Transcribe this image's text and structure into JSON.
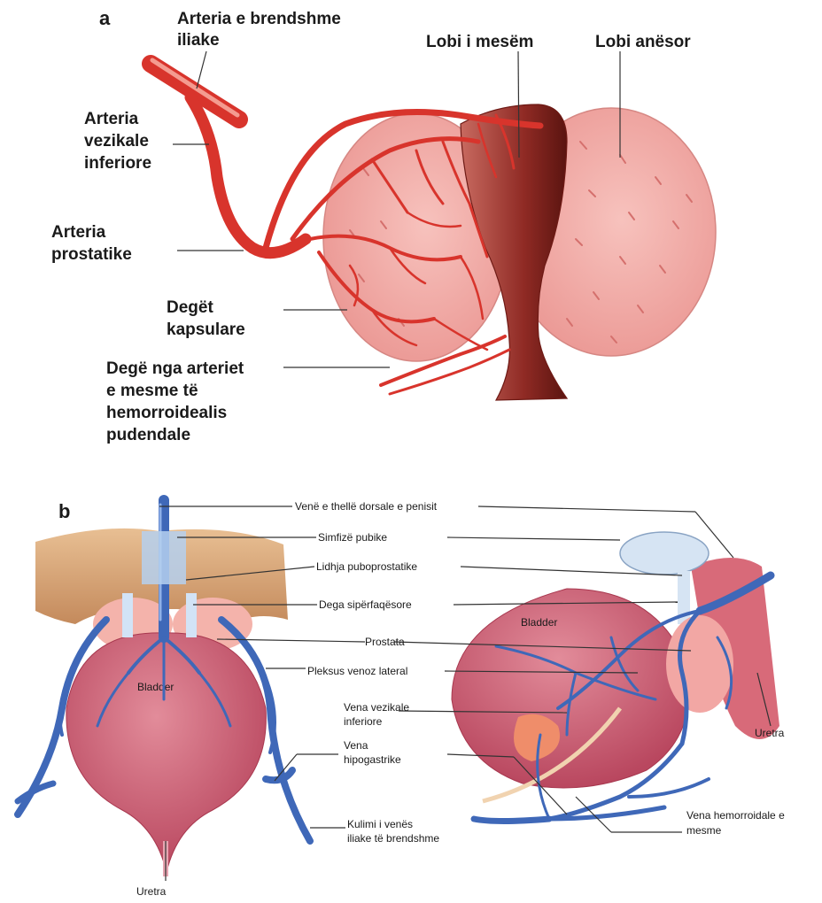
{
  "panel_a": {
    "letter": "a",
    "labels": {
      "internal_iliac_1": "Arteria e brendshme",
      "internal_iliac_2": "iliake",
      "middle_lobe": "Lobi i mesëm",
      "lateral_lobe": "Lobi anësor",
      "vesical_1": "Arteria",
      "vesical_2": "vezikale",
      "vesical_3": "inferiore",
      "prostatic_1": "Arteria",
      "prostatic_2": "prostatike",
      "capsular_1": "Degët",
      "capsular_2": "kapsulare",
      "rectal_1": "Degë nga arteriet",
      "rectal_2": "e mesme të",
      "rectal_3": "hemorroidealis",
      "rectal_4": "pudendale"
    }
  },
  "panel_b": {
    "letter": "b",
    "labels": {
      "dorsal_vein": "Venë e thellë dorsale e penisit",
      "symphysis": "Simfizë pubike",
      "puboprostatic": "Lidhja puboprostatike",
      "superficial_branch": "Dega sipërfaqësore",
      "prostate": "Prostata",
      "lateral_plexus": "Pleksus venoz lateral",
      "vesical_vein_1": "Vena vezikale",
      "vesical_vein_2": "inferiore",
      "hypogastric_1": "Vena",
      "hypogastric_2": "hipogastrike",
      "confluence_1": "Kulimi i venës",
      "confluence_2": "iliake të brendshme",
      "urethra_left": "Uretra",
      "urethra_right": "Uretra",
      "hemorrhoidal_1": "Vena hemorroidale e",
      "hemorrhoidal_2": "mesme",
      "bladder_left": "Bladder",
      "bladder_right": "Bladder"
    }
  },
  "colors": {
    "artery": "#d8342c",
    "vein": "#3f68b8",
    "prostate": "#f2a7a4",
    "bladder": "#c85a72",
    "bone": "#d9a87a"
  }
}
